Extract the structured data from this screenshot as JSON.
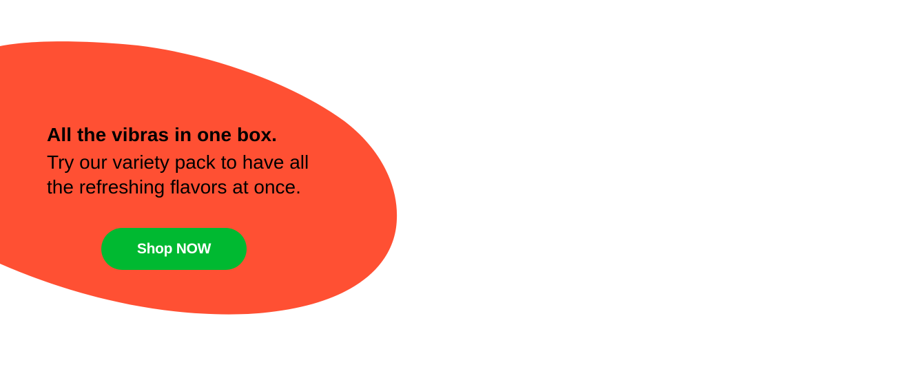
{
  "colors": {
    "page_background": "#ffffff",
    "blob": "#ff5033",
    "button": "#00b931",
    "button_text": "#ffffff",
    "text": "#000000"
  },
  "promo": {
    "headline": "All the vibras in one box.",
    "body_line_1": "Try our variety pack to have all",
    "body_line_2": "the refreshing flavors at once.",
    "cta_label": "Shop NOW"
  }
}
